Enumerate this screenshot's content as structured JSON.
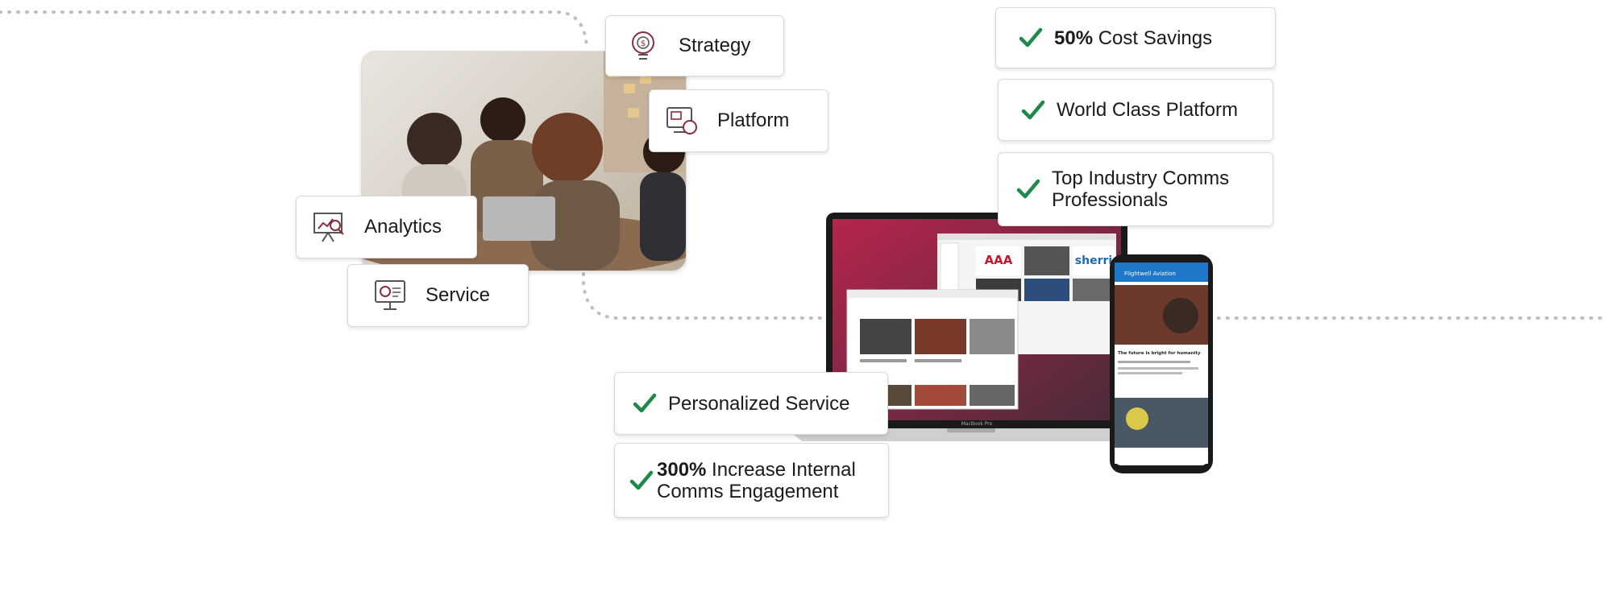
{
  "services": [
    {
      "label": "Strategy",
      "icon": "gear-dollar-head-icon"
    },
    {
      "label": "Platform",
      "icon": "monitor-platform-icon"
    },
    {
      "label": "Analytics",
      "icon": "analytics-presentation-icon"
    },
    {
      "label": "Service",
      "icon": "monitor-settings-icon"
    }
  ],
  "benefits": {
    "cost": {
      "strong": "50%",
      "text": " Cost Savings"
    },
    "platform": {
      "text": "World Class Platform"
    },
    "pros": {
      "line1": "Top Industry Comms",
      "line2": "Professionals"
    },
    "personalized": {
      "text": "Personalized Service"
    },
    "engagement": {
      "strong": "300%",
      "line1": " Increase Internal",
      "line2": "Comms Engagement"
    }
  },
  "devices": {
    "tile_logo_1": "AAA",
    "tile_logo_2": "sherri",
    "laptop_brand": "MacBook Pro",
    "phone_header": "Flightwell Aviation",
    "phone_headline": "The future is bright for humanity"
  },
  "colors": {
    "check": "#1e8a4a",
    "icon": "#8b2c3c",
    "laptop_bg": "#b5254c",
    "phone_header": "#1f77c9"
  }
}
